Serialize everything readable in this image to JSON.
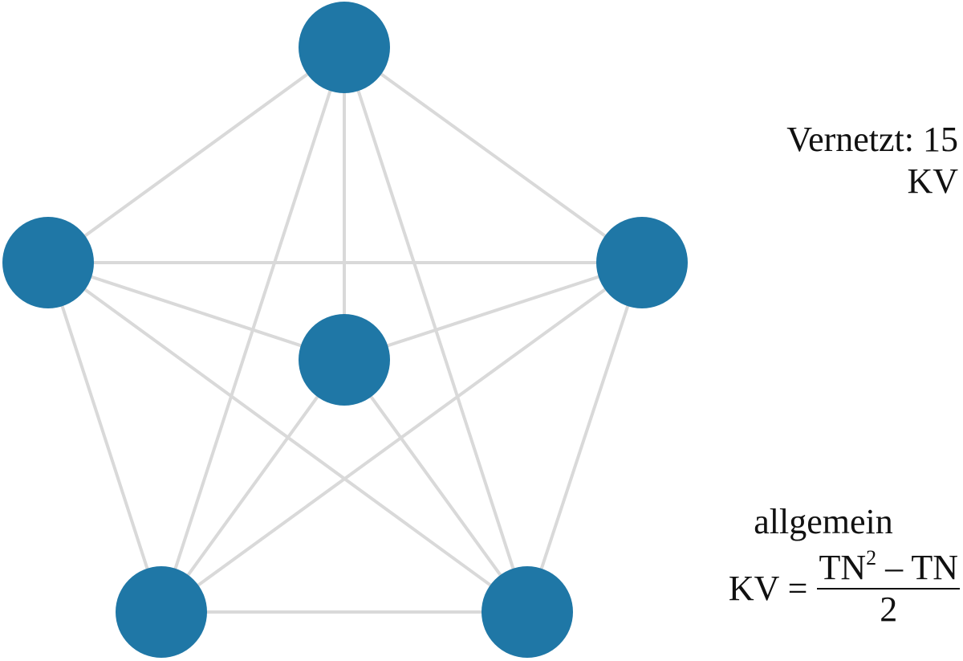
{
  "diagram": {
    "type": "complete-graph",
    "node_color": "#1f77a6",
    "edge_color": "#d9d9d9",
    "nodes": [
      {
        "id": "n-top"
      },
      {
        "id": "n-left"
      },
      {
        "id": "n-right"
      },
      {
        "id": "n-center"
      },
      {
        "id": "n-bottom-left"
      },
      {
        "id": "n-bottom-right"
      }
    ],
    "edges": [
      [
        "n-top",
        "n-left"
      ],
      [
        "n-top",
        "n-right"
      ],
      [
        "n-top",
        "n-center"
      ],
      [
        "n-top",
        "n-bottom-left"
      ],
      [
        "n-top",
        "n-bottom-right"
      ],
      [
        "n-left",
        "n-right"
      ],
      [
        "n-left",
        "n-center"
      ],
      [
        "n-left",
        "n-bottom-left"
      ],
      [
        "n-left",
        "n-bottom-right"
      ],
      [
        "n-right",
        "n-center"
      ],
      [
        "n-right",
        "n-bottom-left"
      ],
      [
        "n-right",
        "n-bottom-right"
      ],
      [
        "n-center",
        "n-bottom-left"
      ],
      [
        "n-center",
        "n-bottom-right"
      ],
      [
        "n-bottom-left",
        "n-bottom-right"
      ]
    ]
  },
  "labels": {
    "connected_line1": "Vernetzt: 15",
    "connected_line2": "KV",
    "general": "allgemein",
    "formula_lhs": "KV =",
    "formula_num_a": "TN",
    "formula_num_exp": "2",
    "formula_num_b": " – TN",
    "formula_den": "2"
  }
}
